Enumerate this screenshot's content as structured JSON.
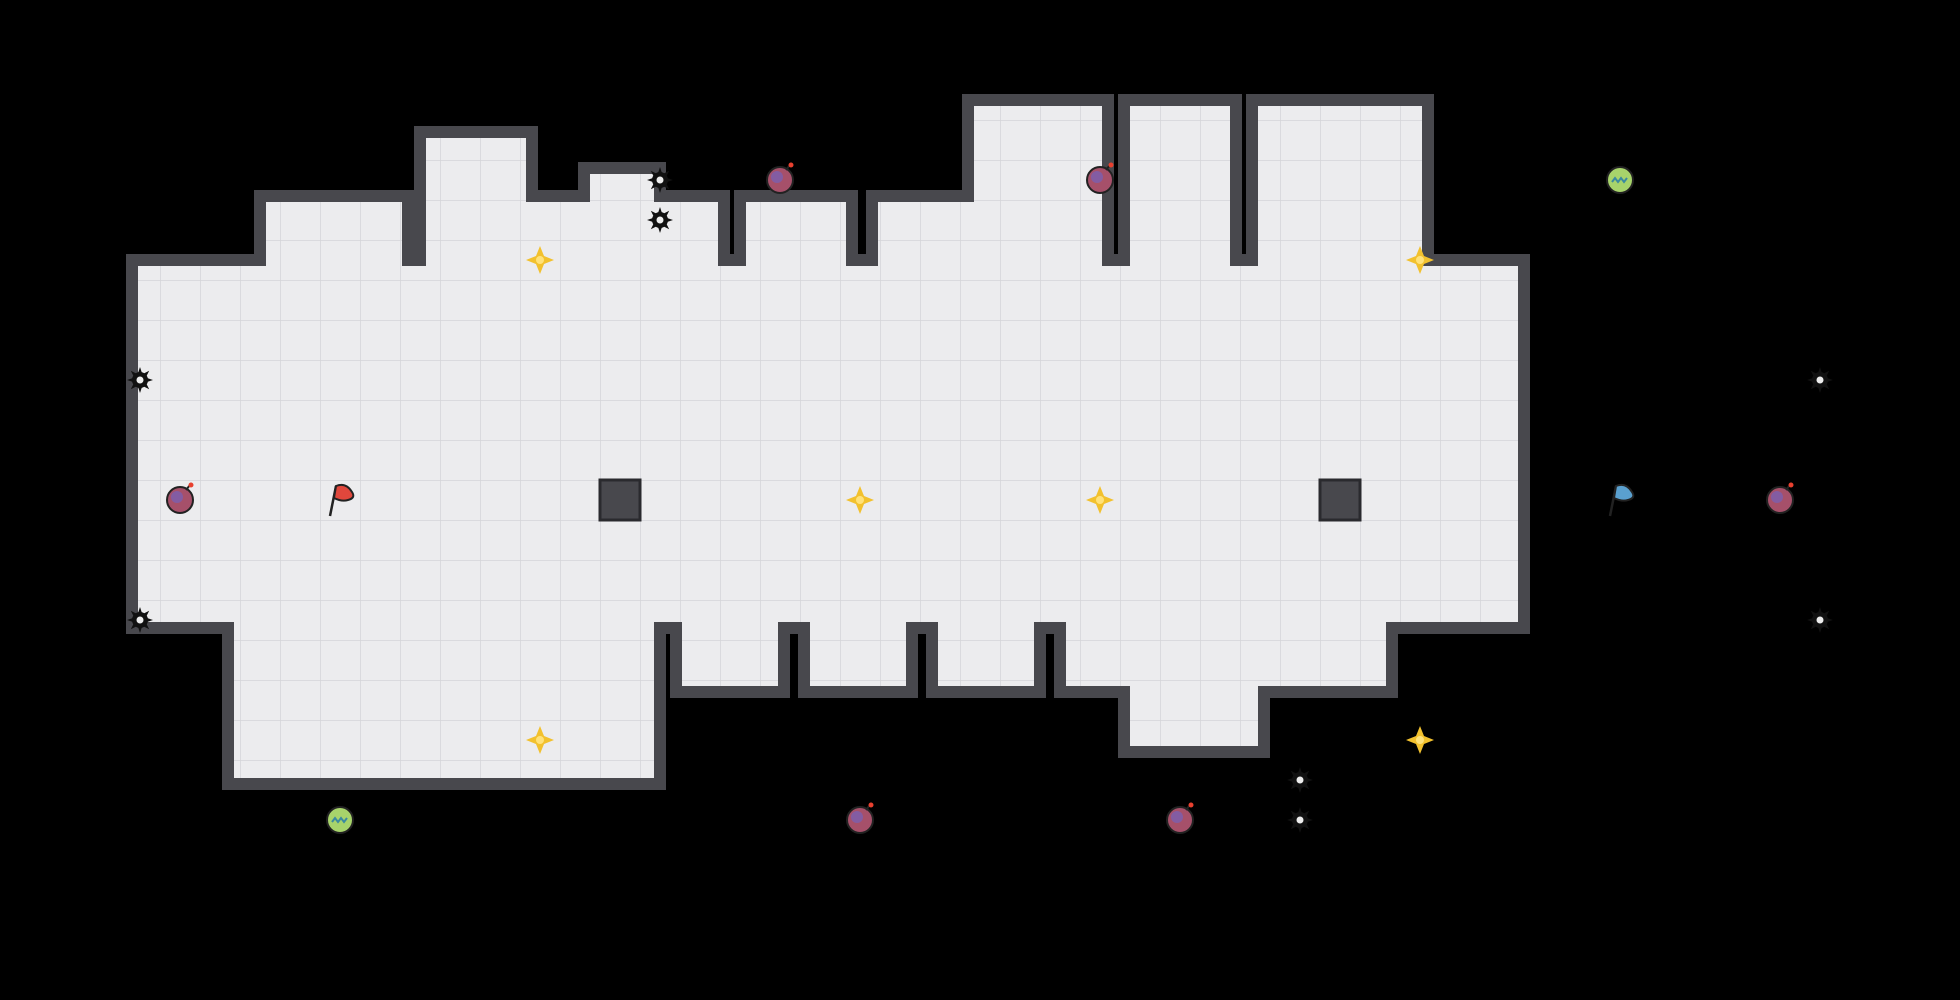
{
  "game": {
    "title": ""
  },
  "colors": {
    "background": "#000000",
    "wall": "#48484d",
    "wall_edge": "#2a2a2e",
    "floor": "#ececee",
    "grid": "#d6d6da"
  },
  "map": {
    "floor_rects": [
      [
        3,
        7,
        43,
        18
      ],
      [
        7,
        5,
        12,
        7
      ],
      [
        12,
        3,
        16,
        7
      ],
      [
        16,
        4,
        18,
        7
      ],
      [
        18,
        5,
        22,
        7
      ],
      [
        22,
        5,
        26,
        7
      ],
      [
        26,
        5,
        30,
        7
      ],
      [
        30,
        2,
        34,
        8
      ],
      [
        34,
        2,
        38,
        8
      ],
      [
        38,
        2,
        43,
        7
      ],
      [
        6,
        18,
        20,
        23
      ],
      [
        20,
        18,
        23,
        21
      ],
      [
        23,
        18,
        27,
        20
      ],
      [
        27,
        18,
        31,
        20
      ],
      [
        31,
        18,
        34,
        20
      ],
      [
        34,
        18,
        38,
        22
      ],
      [
        38,
        18,
        42,
        20
      ],
      [
        16,
        4,
        17,
        7
      ]
    ],
    "blocks": [
      [
        15,
        12
      ],
      [
        33,
        12
      ]
    ],
    "items": [
      {
        "kind": "spike-trap",
        "c": 16,
        "r": 4
      },
      {
        "kind": "spike-trap",
        "c": 16,
        "r": 5
      },
      {
        "kind": "spike-trap",
        "c": 3,
        "r": 9
      },
      {
        "kind": "spike-trap",
        "c": 3,
        "r": 15
      },
      {
        "kind": "spike-trap",
        "c": 45,
        "r": 9
      },
      {
        "kind": "spike-trap",
        "c": 45,
        "r": 15
      },
      {
        "kind": "spike-trap",
        "c": 32,
        "r": 19
      },
      {
        "kind": "spike-trap",
        "c": 32,
        "r": 20
      },
      {
        "kind": "bomb",
        "c": 19,
        "r": 4
      },
      {
        "kind": "bomb",
        "c": 27,
        "r": 4
      },
      {
        "kind": "bomb",
        "c": 4,
        "r": 12
      },
      {
        "kind": "bomb",
        "c": 44,
        "r": 12
      },
      {
        "kind": "bomb",
        "c": 21,
        "r": 20
      },
      {
        "kind": "bomb",
        "c": 29,
        "r": 20
      },
      {
        "kind": "green-orb",
        "c": 40,
        "r": 4
      },
      {
        "kind": "green-orb",
        "c": 8,
        "r": 20
      },
      {
        "kind": "sparkle",
        "c": 13,
        "r": 6
      },
      {
        "kind": "sparkle",
        "c": 35,
        "r": 6
      },
      {
        "kind": "sparkle",
        "c": 21,
        "r": 12
      },
      {
        "kind": "sparkle",
        "c": 27,
        "r": 12
      },
      {
        "kind": "sparkle",
        "c": 13,
        "r": 18
      },
      {
        "kind": "sparkle",
        "c": 35,
        "r": 18
      },
      {
        "kind": "red-flag",
        "c": 8,
        "r": 12
      },
      {
        "kind": "blue-flag",
        "c": 40,
        "r": 12
      }
    ]
  }
}
